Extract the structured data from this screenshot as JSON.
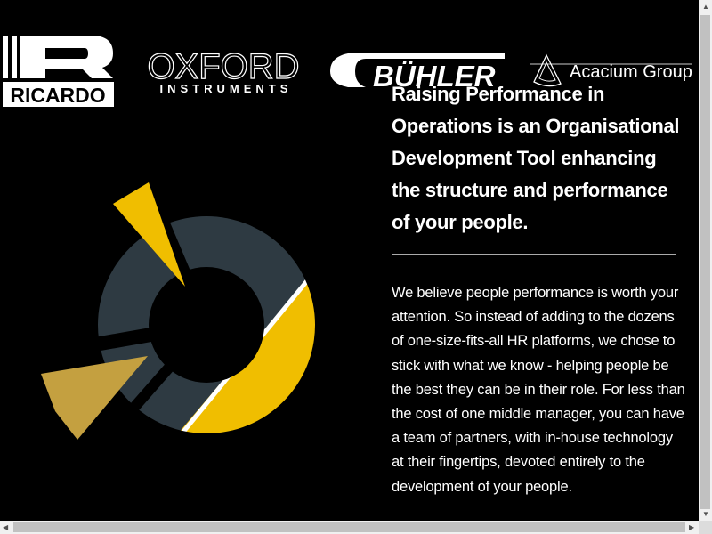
{
  "logos": {
    "ricardo": "RICARDO",
    "oxford_top": "OXFORD",
    "oxford_bottom": "INSTRUMENTS",
    "buhler": "BÜHLER",
    "acacium": "Acacium Group"
  },
  "heading": "Raising Performance in Operations is an Organisational Development Tool enhancing the structure and performance of your people.",
  "body": "We believe people performance is worth your attention. So instead of adding to the dozens of one-size-fits-all HR platforms, we chose to stick with what we know - helping people be the best they can be in their role. For less than the cost of one middle manager, you can have a team of partners, with in-house technology at their fingertips, devoted entirely to the development of your people.",
  "colors": {
    "dark": "#2e3a42",
    "yellow": "#f0be00",
    "tan": "#c4a040"
  }
}
